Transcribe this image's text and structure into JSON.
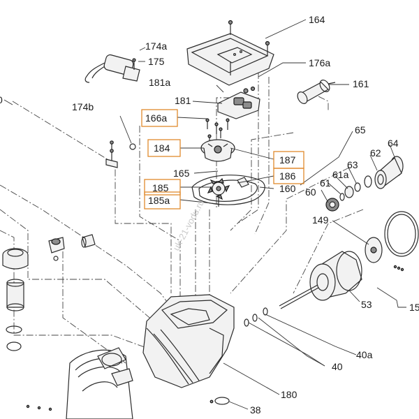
{
  "diagram": {
    "part_numbers": {
      "p164": "164",
      "p174a": "174a",
      "p175": "175",
      "p176a": "176a",
      "p181a": "181a",
      "p181": "181",
      "p161": "161",
      "p174b": "174b",
      "p166a": "166a",
      "p184": "184",
      "p187": "187",
      "p165": "165",
      "p186": "186",
      "p185": "185",
      "p160": "160",
      "p185a": "185a",
      "p65": "65",
      "p64": "64",
      "p62": "62",
      "p63": "63",
      "p61a": "61a",
      "p61": "61",
      "p60": "60",
      "p149": "149",
      "p53": "53",
      "p15": "15",
      "p40a": "40a",
      "p40": "40",
      "p180": "180",
      "p38": "38",
      "p0": "0"
    },
    "highlighted_parts": [
      "166a",
      "184",
      "187",
      "186",
      "185",
      "185a"
    ],
    "watermark": "uk-21-vodu.ru",
    "highlight_color": "#e08a2c"
  }
}
